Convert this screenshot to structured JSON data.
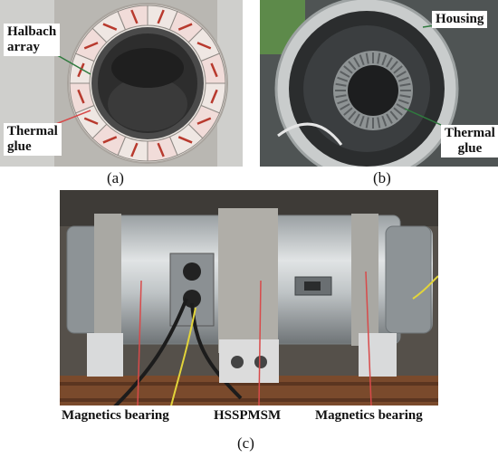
{
  "panel_a": {
    "caption": "(a)",
    "labels": {
      "halbach_line1": "Halbach",
      "halbach_line2": "array",
      "thermal_line1": "Thermal",
      "thermal_line2": "glue"
    }
  },
  "panel_b": {
    "caption": "(b)",
    "labels": {
      "housing": "Housing",
      "thermal_line1": "Thermal",
      "thermal_line2": "glue"
    }
  },
  "panel_c": {
    "caption": "(c)",
    "labels": {
      "left_bearing": "Magnetics bearing",
      "motor": "HSSPMSM",
      "right_bearing": "Magnetics bearing"
    }
  },
  "colors": {
    "magnet_arrow": "#b83a2e",
    "leader_line_green": "#2f7a3e",
    "leader_line_red": "#d84a4a"
  }
}
